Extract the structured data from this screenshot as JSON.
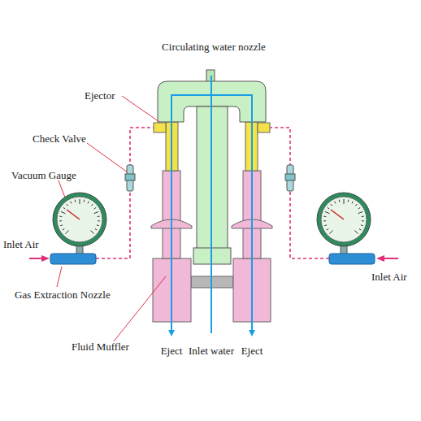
{
  "diagram": {
    "labels": [
      "Circulating water nozzle",
      "Ejector",
      "Check Valve",
      "Vacuum Gauge",
      "Inlet Air",
      "Inlet Air",
      "Gas Extraction Nozzle",
      "Fluid Muffler",
      "Eject",
      "Inlet water",
      "Eject"
    ]
  }
}
